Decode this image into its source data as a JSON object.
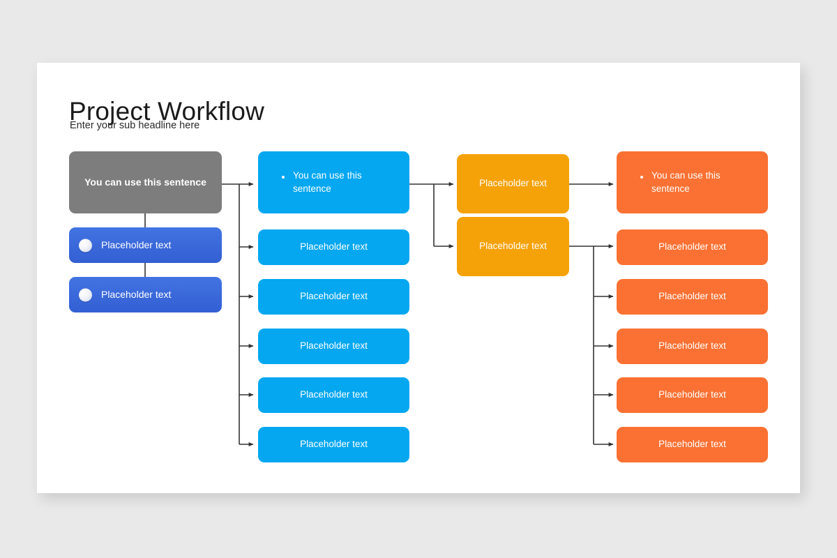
{
  "slide": {
    "title": "Project Workflow",
    "subtitle": "Enter your sub headline here",
    "background_color": "#e9e9e9",
    "card_color": "#ffffff"
  },
  "palette": {
    "gray": "#7d7d7d",
    "royal_blue": "#3b6ada",
    "cyan": "#04a7f0",
    "amber": "#f5a209",
    "orange": "#fa7133",
    "connector": "#333333",
    "text_on_node": "#ffffff"
  },
  "columns": {
    "stage_one": {
      "header": {
        "label": "You can use this sentence"
      },
      "items": [
        {
          "label": "Placeholder text"
        },
        {
          "label": "Placeholder text"
        }
      ]
    },
    "stage_two": {
      "items": [
        {
          "label": "You can use this sentence",
          "bulleted": true
        },
        {
          "label": "Placeholder text",
          "bulleted": false
        },
        {
          "label": "Placeholder text",
          "bulleted": false
        },
        {
          "label": "Placeholder text",
          "bulleted": false
        },
        {
          "label": "Placeholder text",
          "bulleted": false
        },
        {
          "label": "Placeholder text",
          "bulleted": false
        }
      ]
    },
    "stage_three": {
      "items": [
        {
          "label": "Placeholder text"
        },
        {
          "label": "Placeholder text"
        }
      ]
    },
    "stage_four": {
      "items": [
        {
          "label": "You can use this sentence",
          "bulleted": true
        },
        {
          "label": "Placeholder text",
          "bulleted": false
        },
        {
          "label": "Placeholder text",
          "bulleted": false
        },
        {
          "label": "Placeholder text",
          "bulleted": false
        },
        {
          "label": "Placeholder text",
          "bulleted": false
        },
        {
          "label": "Placeholder text",
          "bulleted": false
        }
      ]
    }
  }
}
